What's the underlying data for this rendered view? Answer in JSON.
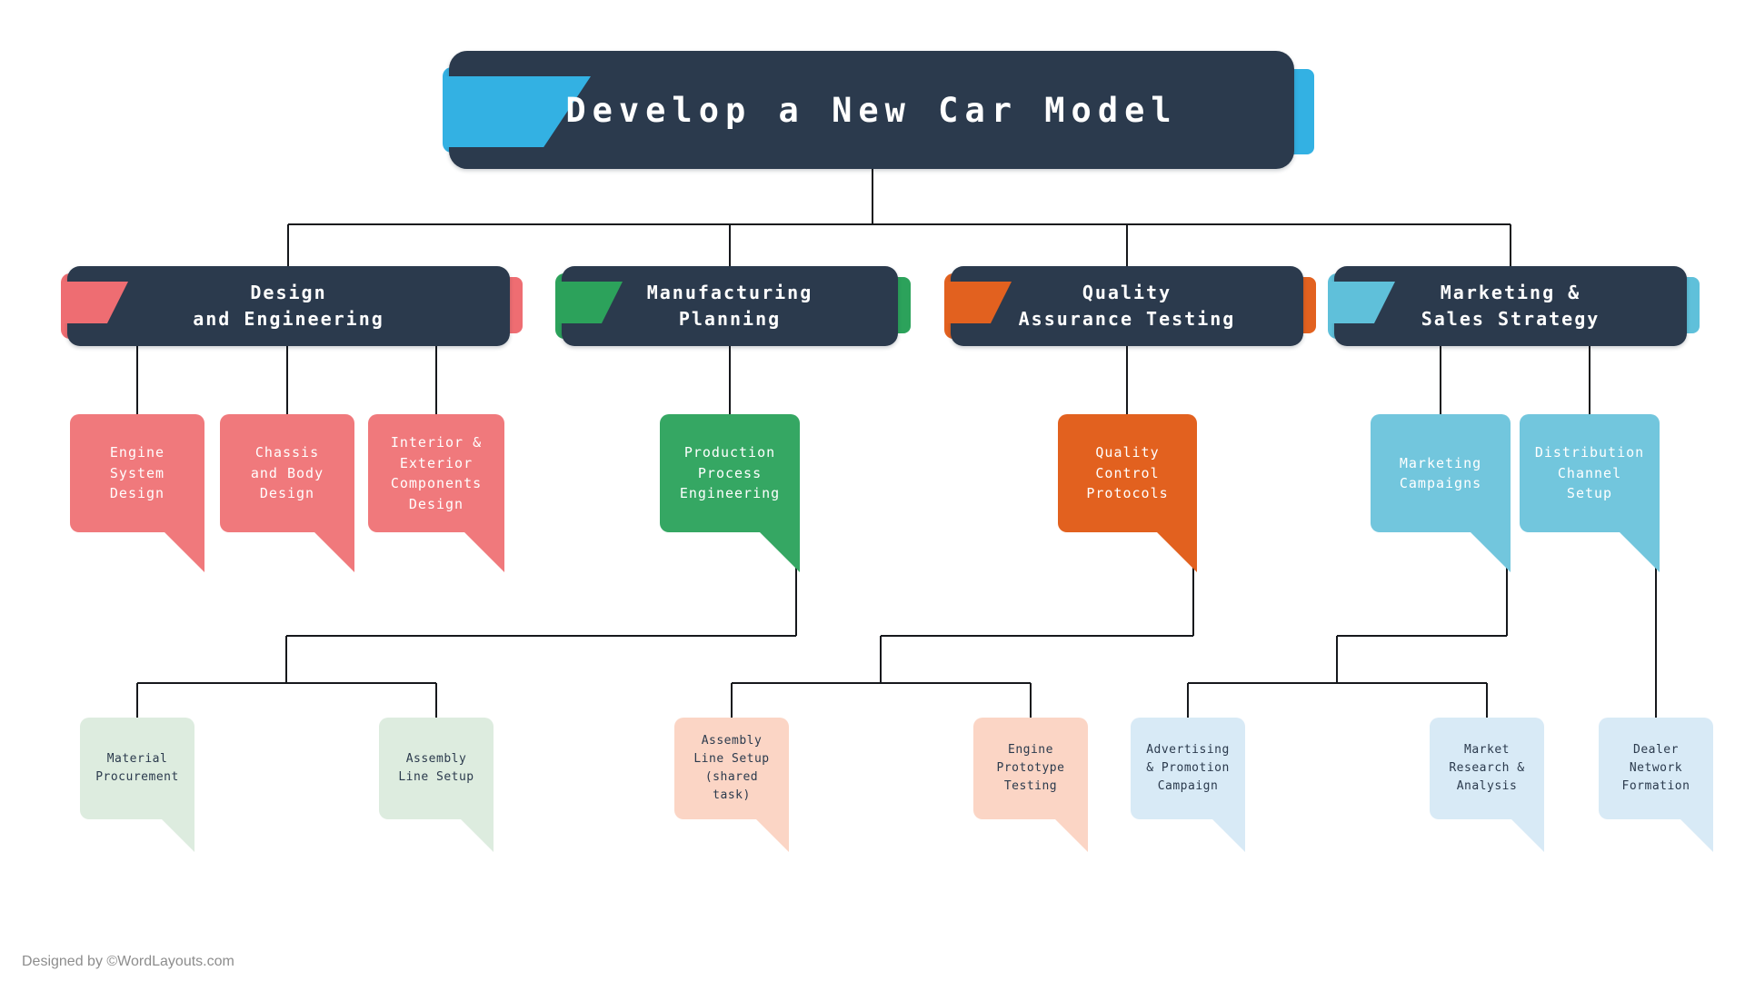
{
  "root": {
    "title": "Develop a New Car Model"
  },
  "branches": [
    {
      "label": "Design\nand Engineering",
      "color": "#ee6d72",
      "children": [
        {
          "label": "Engine\nSystem\nDesign"
        },
        {
          "label": "Chassis\nand Body\nDesign"
        },
        {
          "label": "Interior &\nExterior\nComponents\nDesign"
        }
      ]
    },
    {
      "label": "Manufacturing\nPlanning",
      "color": "#2ca25b",
      "children": [
        {
          "label": "Production\nProcess\nEngineering",
          "children": [
            {
              "label": "Material\nProcurement"
            },
            {
              "label": "Assembly\nLine Setup"
            }
          ]
        }
      ]
    },
    {
      "label": "Quality\nAssurance Testing",
      "color": "#e2611f",
      "children": [
        {
          "label": "Quality\nControl\nProtocols",
          "children": [
            {
              "label": "Assembly\nLine Setup\n(shared\ntask)"
            },
            {
              "label": "Engine\nPrototype\nTesting"
            }
          ]
        }
      ]
    },
    {
      "label": "Marketing &\nSales Strategy",
      "color": "#5fc0da",
      "children": [
        {
          "label": "Marketing\nCampaigns",
          "children": [
            {
              "label": "Advertising\n& Promotion\nCampaign"
            },
            {
              "label": "Market\nResearch &\nAnalysis"
            }
          ]
        },
        {
          "label": "Distribution\nChannel\nSetup",
          "children": [
            {
              "label": "Dealer\nNetwork\nFormation"
            }
          ]
        }
      ]
    }
  ],
  "footer": {
    "credit": "Designed by ©WordLayouts.com"
  },
  "colors": {
    "panel_navy": "#2b3a4d",
    "ribbon_blue": "#33b1e3",
    "ribbon_red": "#ee6d72",
    "ribbon_green": "#2ca25b",
    "ribbon_orange": "#e2611f",
    "ribbon_light_blue": "#5fc0da",
    "bubble_red": "#f0797c",
    "bubble_green": "#35a763",
    "bubble_orange": "#e2611f",
    "bubble_light_blue": "#72c6dd",
    "bubble_pastel_green": "#ddecdf",
    "bubble_pastel_peach": "#fbd5c5",
    "bubble_pastel_blue": "#d8eaf6",
    "connector": "#16181c"
  }
}
